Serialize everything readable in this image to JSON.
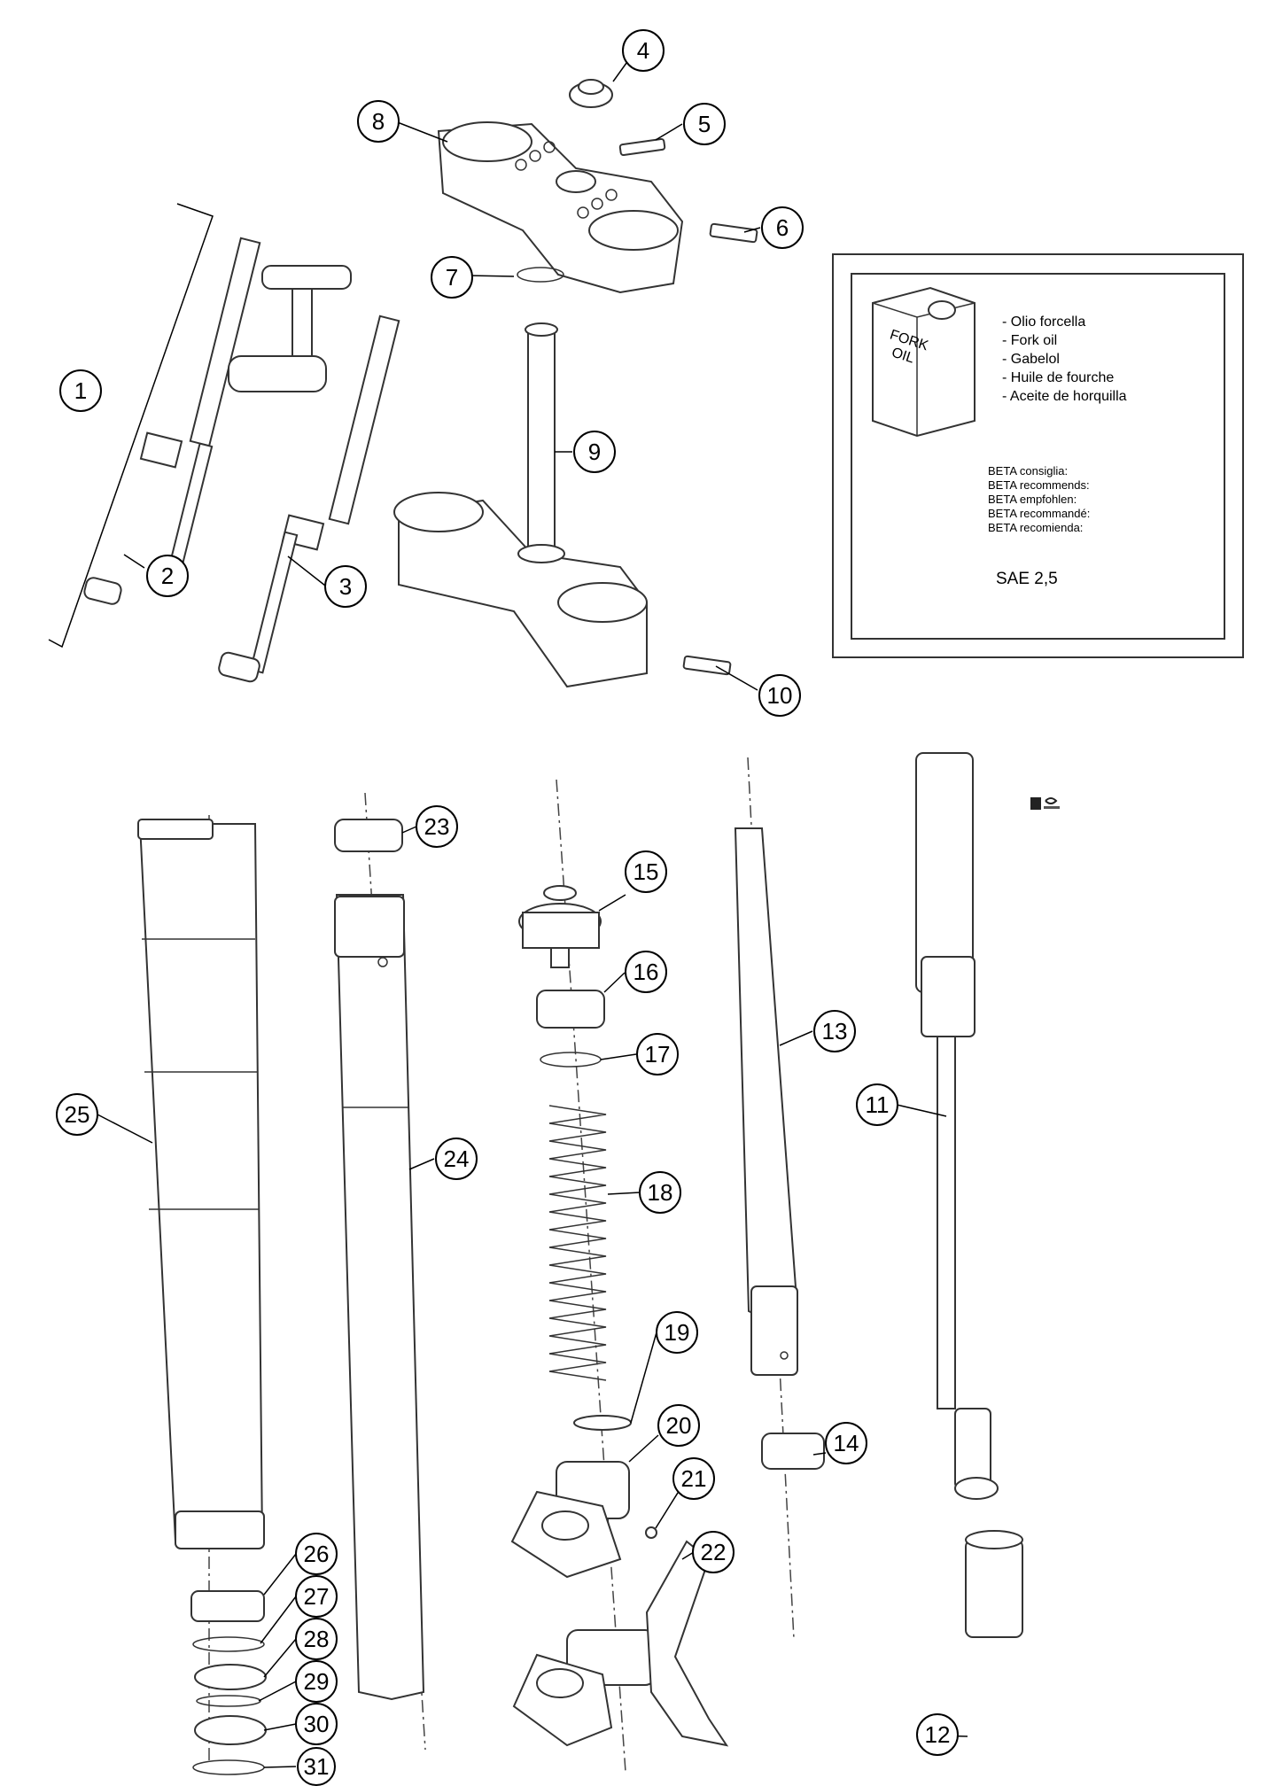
{
  "callouts": [
    "1",
    "2",
    "3",
    "4",
    "5",
    "6",
    "7",
    "8",
    "9",
    "10",
    "11",
    "12",
    "13",
    "14",
    "15",
    "16",
    "17",
    "18",
    "19",
    "20",
    "21",
    "22",
    "23",
    "24",
    "25",
    "26",
    "27",
    "28",
    "29",
    "30",
    "31"
  ],
  "oil_box": {
    "can_label_line1": "FORK",
    "can_label_line2": "OIL",
    "names": [
      "- Olio forcella",
      "- Fork oil",
      "- Gabelol",
      "- Huile de fourche",
      "- Aceite de horquilla"
    ],
    "recommends": [
      "BETA consiglia:",
      "BETA recommends:",
      "BETA empfohlen:",
      "BETA recommandé:",
      "BETA recomienda:"
    ],
    "grade": "SAE 2,5"
  },
  "logo_icon": "brand-logo-icon"
}
